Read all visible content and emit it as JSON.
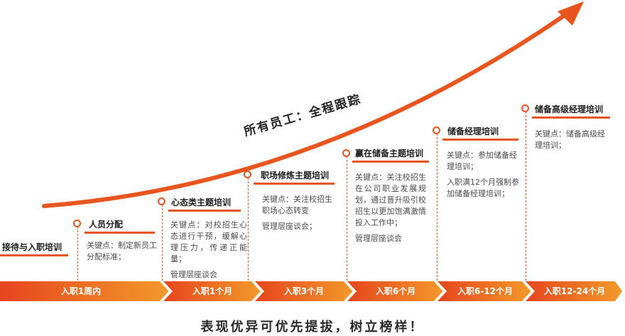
{
  "arrow_caption": "所有员工：全程跟踪",
  "footer": "表现优异可优先提拔，树立榜样！",
  "timeline": [
    {
      "label": "入职1周内"
    },
    {
      "label": "入职1个月"
    },
    {
      "label": "入职3个月"
    },
    {
      "label": "入职6个月"
    },
    {
      "label": "入职6-12个月"
    },
    {
      "label": "入职12-24个月"
    }
  ],
  "stages": [
    {
      "title": "接待与入职培训",
      "desc": "",
      "note": ""
    },
    {
      "title": "人员分配",
      "desc": "关键点：制定新员工分配标准；",
      "note": ""
    },
    {
      "title": "心态类主题培训",
      "desc": "关键点：对校招生心态进行干预，缓解心理压力，传递正能量；",
      "note": "管理层座谈会"
    },
    {
      "title": "职场修炼主题培训",
      "desc": "关键点：关注校招生职场心态转变",
      "note": "管理层座谈会；"
    },
    {
      "title": "赢在储备主题培训",
      "desc": "关键点：关注校招生在公司职业发展规划，通过晋升吸引校招生以更加饱满激情投入工作中；",
      "note": "管理层座谈会"
    },
    {
      "title": "储备经理培训",
      "desc": "关键点：参加储备经理培训；",
      "note": "入职满12个月强制参加储备经理培训；"
    },
    {
      "title": "储备高级经理培训",
      "desc": "关键点：储备高级经理培训；",
      "note": ""
    }
  ],
  "colors": {
    "accent": "#e8551f",
    "gradient_start": "#e6451e",
    "gradient_end": "#f39a2a"
  }
}
